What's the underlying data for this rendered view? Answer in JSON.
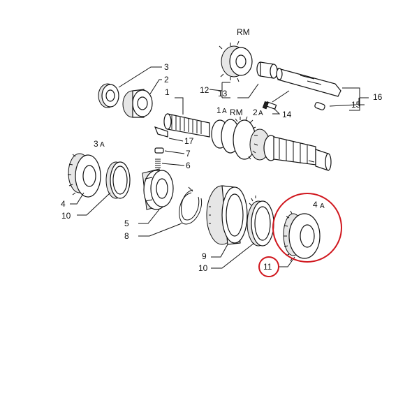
{
  "labels": {
    "rm_top": "RM",
    "l1": "1",
    "l1a": "1",
    "l1a_sub": "A",
    "rm_mid": "RM",
    "l2": "2",
    "l2a": "2",
    "l2a_sub": "A",
    "l3": "3",
    "l3a": "3",
    "l3a_sub": "A",
    "l4": "4",
    "l4a": "4",
    "l4a_sub": "A",
    "l5": "5",
    "l6": "6",
    "l7": "7",
    "l8": "8",
    "l9": "9",
    "l10a": "10",
    "l10b": "10",
    "l11": "11",
    "l12": "12",
    "l13": "13",
    "l14": "14",
    "l15": "15",
    "l16": "16",
    "l17": "17"
  },
  "colors": {
    "highlight": "#d0161d",
    "ink": "#111111"
  }
}
